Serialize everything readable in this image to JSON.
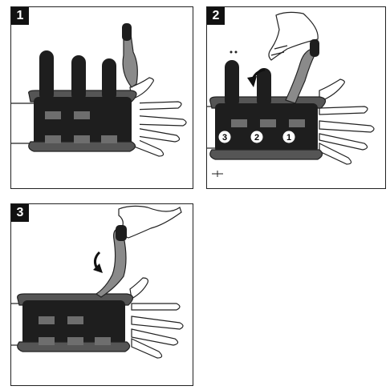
{
  "steps": [
    {
      "number": "1"
    },
    {
      "number": "2",
      "strap_numbers": [
        "3",
        "2",
        "1"
      ]
    },
    {
      "number": "3"
    }
  ],
  "colors": {
    "brace": "#222222",
    "strap_dark": "#1e1e1e",
    "strap_grey": "#8a8a8a",
    "hand_outline": "#222222",
    "background": "#ffffff"
  },
  "icons": [
    "hand-icon",
    "wrist-brace-icon",
    "arrow-icon"
  ]
}
